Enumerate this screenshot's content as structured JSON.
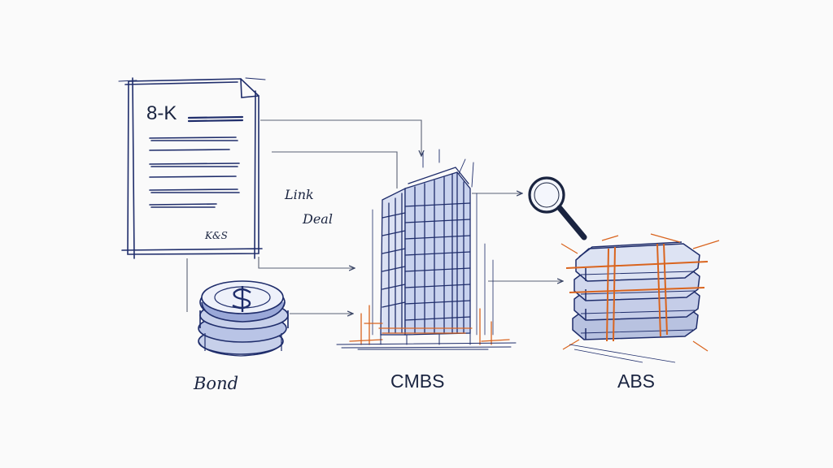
{
  "document": {
    "title": "8-K",
    "signature": "K&S"
  },
  "annotation": {
    "line1": "Link",
    "line2": "Deal"
  },
  "labels": {
    "bond": "Bond",
    "cmbs": "CMBS",
    "abs": "ABS"
  },
  "icons": {
    "document": "document-icon",
    "coins": "coin-stack-icon",
    "building": "skyscraper-icon",
    "magnifier": "magnifying-glass-icon",
    "bundle": "bundled-stack-icon"
  },
  "colors": {
    "ink": "#1f2d6b",
    "accent": "#d9641e",
    "connector": "#5a6175"
  }
}
